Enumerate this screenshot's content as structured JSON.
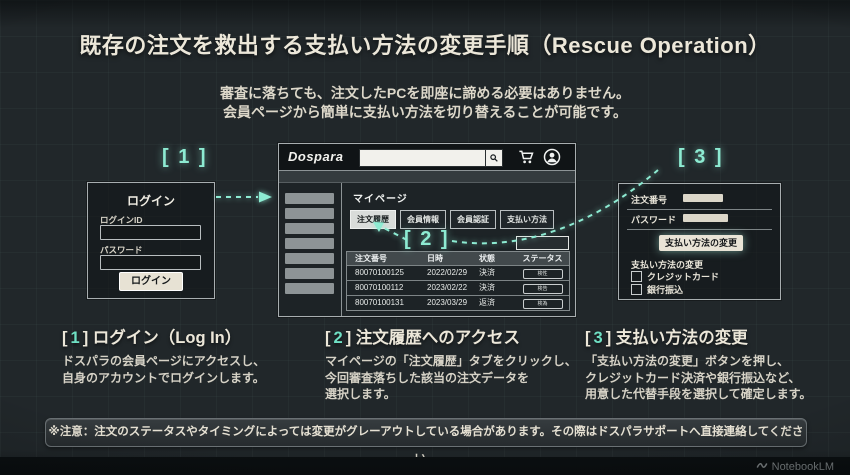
{
  "colors": {
    "accent": "#8DEBD2",
    "cream": "#ECE7D9",
    "panel_border": "#A8AEB0"
  },
  "header": {
    "title": "既存の注文を救出する支払い方法の変更手順（Rescue Operation）",
    "subtitle_line1": "審査に落ちても、注文したPCを即座に諦める必要はありません。",
    "subtitle_line2": "会員ページから簡単に支払い方法を切り替えることが可能です。"
  },
  "badges": {
    "step1": "[ 1 ]",
    "step2": "[ 2 ]",
    "step3": "[ 3 ]"
  },
  "login_panel": {
    "title": "ログイン",
    "id_label": "ログインID",
    "password_label": "パスワード",
    "button": "ログイン"
  },
  "browser": {
    "logo": "Dospara",
    "page_title": "マイページ",
    "tabs": [
      "注文履歴",
      "会員情報",
      "会員認証",
      "支払い方法"
    ],
    "table": {
      "headers": [
        "注文番号",
        "日時",
        "状態",
        "ステータス"
      ],
      "rows": [
        {
          "order": "80070100125",
          "date": "2022/02/29",
          "state": "決済",
          "action": "検性"
        },
        {
          "order": "80070100112",
          "date": "2023/02/22",
          "state": "決済",
          "action": "検告"
        },
        {
          "order": "80070100131",
          "date": "2023/03/29",
          "state": "返済",
          "action": "検為"
        }
      ]
    }
  },
  "change_panel": {
    "order_label": "注文番号",
    "password_label": "パスワード",
    "button": "支払い方法の変更",
    "subheading": "支払い方法の変更",
    "options": [
      "クレジットカード",
      "銀行振込"
    ]
  },
  "steps": [
    {
      "bracket_l": "[",
      "number": "1",
      "bracket_r": "]",
      "title": "ログイン（Log In）",
      "lines": [
        "ドスパラの会員ページにアクセスし、",
        "自身のアカウントでログインします。",
        ""
      ]
    },
    {
      "bracket_l": "[",
      "number": "2",
      "bracket_r": "]",
      "title": "注文履歴へのアクセス",
      "lines": [
        "マイページの「注文履歴」タブをクリックし、",
        "今回審査落ちした該当の注文データを",
        "選択します。"
      ]
    },
    {
      "bracket_l": "[",
      "number": "3",
      "bracket_r": "]",
      "title": "支払い方法の変更",
      "lines": [
        "「支払い方法の変更」ボタンを押し、",
        "クレジットカード決済や銀行振込など、",
        "用意した代替手段を選択して確定します。"
      ]
    }
  ],
  "notice": "※注意：注文のステータスやタイミングによっては変更がグレーアウトしている場合があります。その際はドスパラサポートへ直接連絡してください。",
  "watermark": "NotebookLM"
}
